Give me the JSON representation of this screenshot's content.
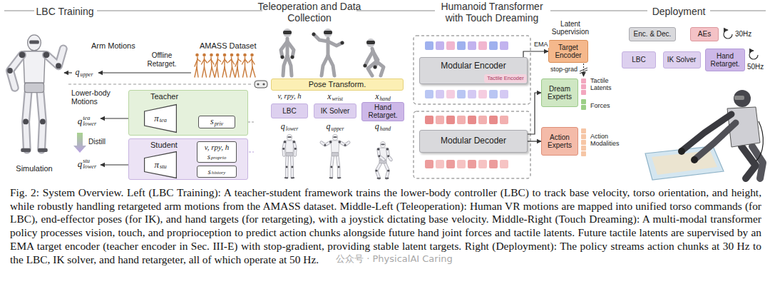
{
  "diagram": {
    "caption": "Fig. 2: System Overview. Left (LBC Training): A teacher-student framework trains the lower-body controller (LBC) to track base velocity, torso orientation, and height, while robustly handling retargeted arm motions from the AMASS dataset. Middle-Left (Teleoperation): Human VR motions are mapped into unified torso commands (for LBC), end-effector poses (for IK), and hand targets (for retargeting), with a joystick dictating base velocity. Middle-Right (Touch Dreaming): A multi-modal transformer policy processes vision, touch, and proprioception to predict action chunks alongside future hand joint forces and tactile latents. Future tactile latents are supervised by an EMA target encoder (teacher encoder in Sec. III-E) with stop-gradient, providing stable latent targets. Right (Deployment): The policy streams action chunks at 30 Hz to the LBC, IK solver, and hand retargeter, all of which operate at 50 Hz.",
    "nodes": [
      {
        "text": [
          "Teacher"
        ]
      },
      {
        "text": [
          "π",
          "tea"
        ],
        "in": 0
      },
      {
        "text": [
          "s",
          "priv"
        ],
        "in": 0
      },
      {
        "text": [
          "Student"
        ]
      },
      {
        "text": [
          "π",
          "stu"
        ],
        "in": 3
      },
      {
        "text": [
          "v, rpy, h",
          "s",
          "proprio"
        ],
        "in": 3
      },
      {
        "text": [
          "s",
          "history"
        ],
        "in": 3
      },
      {
        "text": [
          "Pose Transform."
        ]
      },
      {
        "text": [
          "LBC"
        ]
      },
      {
        "text": [
          "IK Solver"
        ]
      },
      {
        "text": [
          "Hand Retarget."
        ]
      },
      {
        "text": [
          "Modular Encoder"
        ]
      },
      {
        "text": [
          "Tactile Encoder"
        ],
        "in": 11
      },
      {
        "text": [
          "Target Encoder"
        ]
      },
      {
        "text": [
          "Dream Experts"
        ]
      },
      {
        "text": [
          "Action Experts"
        ]
      },
      {
        "text": [
          "Modular Decoder"
        ]
      },
      {
        "text": [
          "Enc. & Dec."
        ]
      },
      {
        "text": [
          "AEs"
        ]
      },
      {
        "text": [
          "LBC"
        ]
      },
      {
        "text": [
          "IK Solver"
        ]
      },
      {
        "text": [
          "Hand Retarget."
        ]
      }
    ],
    "edges": [
      {
        "from": 2,
        "to": 1,
        "arrow": "to"
      },
      {
        "from": 5,
        "to": 4,
        "arrow": "to"
      },
      {
        "from": 6,
        "to": 4,
        "arrow": "to"
      },
      {
        "from": 11,
        "to": 13,
        "label": "EMA",
        "arrow": "to"
      },
      {
        "from": 16,
        "to": 14,
        "arrow": "to"
      },
      {
        "from": 16,
        "to": 15,
        "arrow": "to"
      }
    ],
    "labels": [
      "LBC Training",
      "Teleoperation and Data Collection",
      "Humanoid Transformer with Touch Dreaming",
      "Deployment",
      "Arm Motions",
      "AMASS Dataset",
      "Offline Retarget.",
      "q",
      "upper",
      "Lower-body Motions",
      "q",
      "lower",
      "tea",
      "Distill",
      "q",
      "lower",
      "stu",
      "Simulation",
      "v, rpy, h",
      "x",
      "wrist",
      "x",
      "hand",
      "q",
      "lower",
      "q",
      "upper",
      "q",
      "hand",
      "Latent Supervision",
      "stop-grad",
      "Tactile Latents",
      "Forces",
      "Action Modalities",
      "30Hz",
      "50Hz",
      "公众号 · PhysicalAI Caring"
    ]
  }
}
